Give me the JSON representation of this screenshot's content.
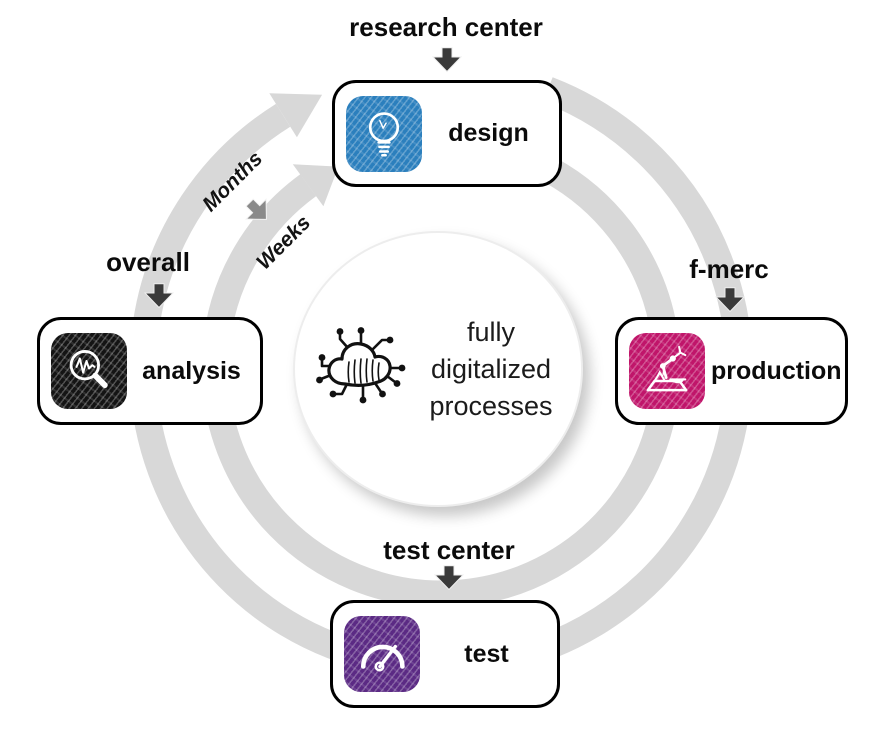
{
  "diagram": {
    "center": {
      "icon": "cloud-network-icon",
      "lines": [
        "fully",
        "digitalized",
        "processes"
      ]
    },
    "cycle": {
      "outer_label": "Months",
      "inner_label": "Weeks",
      "direction": "clockwise"
    },
    "stages": {
      "design": {
        "label": "design",
        "source": "research center",
        "icon": "lightbulb-icon",
        "color": "#2b7fbd"
      },
      "production": {
        "label": "production",
        "source": "f-merc",
        "icon": "robot-arm-icon",
        "color": "#c0156a"
      },
      "test": {
        "label": "test",
        "source": "test center",
        "icon": "gauge-icon",
        "color": "#5b2a84"
      },
      "analysis": {
        "label": "analysis",
        "source": "overall",
        "icon": "magnifier-waveform-icon",
        "color": "#141414"
      }
    },
    "colors": {
      "ring": "#d8d8d8",
      "connector_arrow": "#3a3a3a",
      "pace_arrow": "#8a8a8a",
      "box_border": "#000000",
      "background": "#ffffff"
    }
  }
}
